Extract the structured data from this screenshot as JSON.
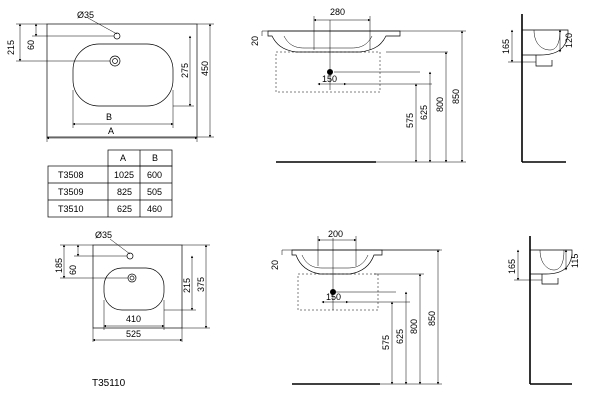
{
  "top_plan": {
    "hole_diameter": "Ø35",
    "dim_215": "215",
    "dim_60": "60",
    "dim_275": "275",
    "dim_450": "450",
    "dim_B": "B",
    "dim_A": "A"
  },
  "variant_table": {
    "headers": [
      "",
      "A",
      "B"
    ],
    "rows": [
      [
        "T3508",
        "1025",
        "600"
      ],
      [
        "T3509",
        "825",
        "505"
      ],
      [
        "T3510",
        "625",
        "460"
      ]
    ]
  },
  "top_front": {
    "dim_20": "20",
    "dim_280": "280",
    "dim_150": "150",
    "dim_575": "575",
    "dim_625": "625",
    "dim_800": "800",
    "dim_850": "850"
  },
  "top_side": {
    "dim_165": "165",
    "dim_120": "120"
  },
  "bottom_plan": {
    "hole_diameter": "Ø35",
    "dim_185": "185",
    "dim_60": "60",
    "dim_215": "215",
    "dim_375": "375",
    "dim_410": "410",
    "dim_525": "525"
  },
  "bottom_front": {
    "dim_20": "20",
    "dim_200": "200",
    "dim_150": "150",
    "dim_575": "575",
    "dim_625": "625",
    "dim_800": "800",
    "dim_850": "850"
  },
  "bottom_side": {
    "dim_165": "165",
    "dim_115": "115"
  },
  "model_code": "T35110"
}
